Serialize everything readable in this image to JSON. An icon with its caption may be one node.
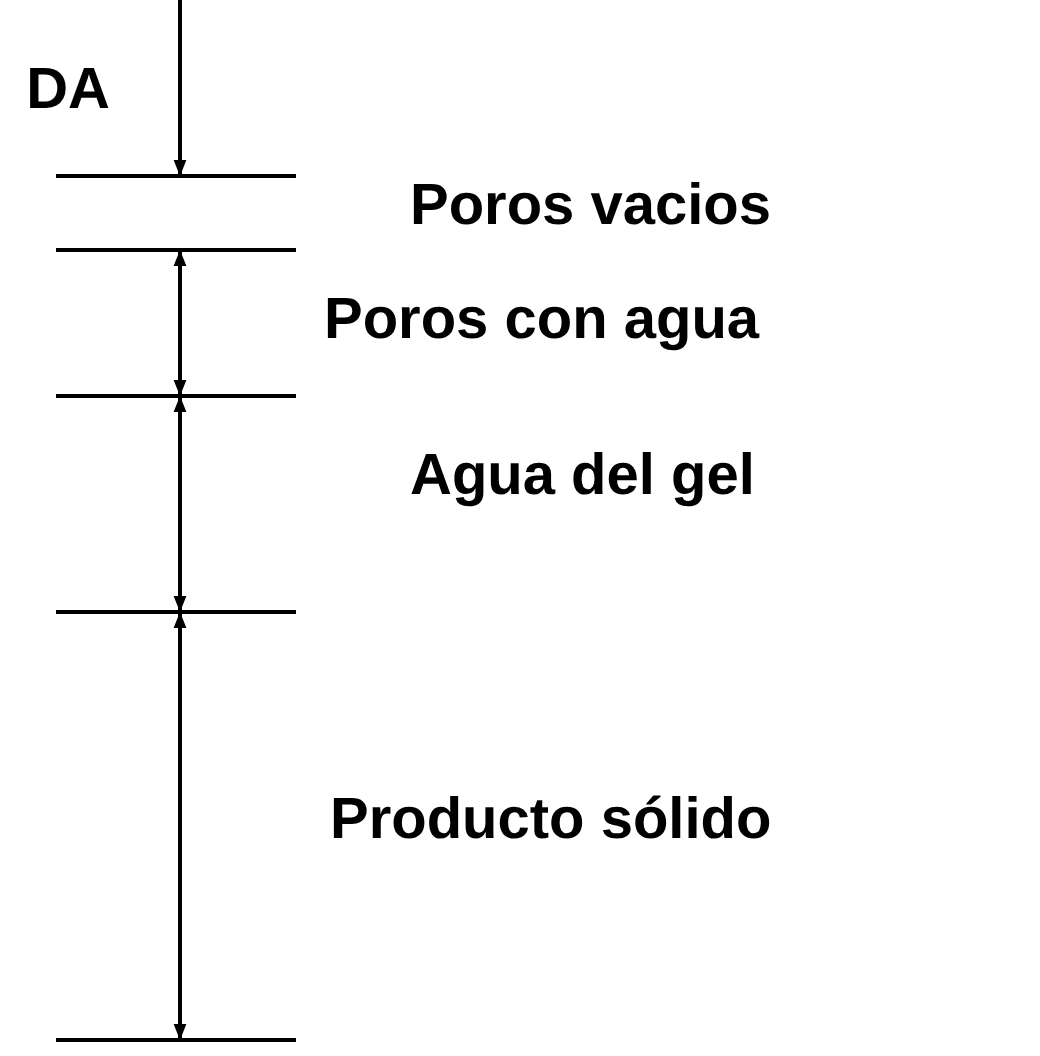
{
  "diagram": {
    "labels": [
      "DA",
      "Poros vacios",
      "Poros con agua",
      "Agua del gel",
      "Producto sólido"
    ]
  }
}
